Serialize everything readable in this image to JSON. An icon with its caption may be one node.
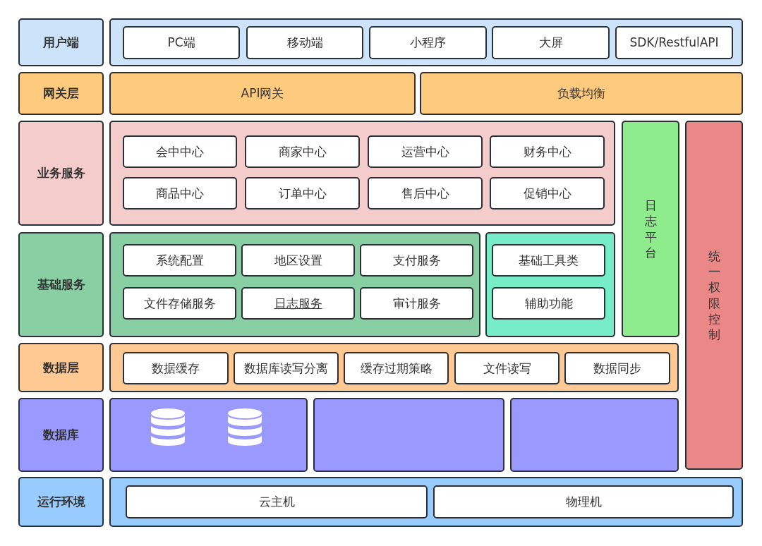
{
  "diagram": {
    "nodes": [
      {
        "text": [
          "用户端"
        ]
      },
      {
        "text": [],
        "shape": "box"
      },
      {
        "text": [
          "PC端"
        ],
        "in": 1
      },
      {
        "text": [
          "移动端"
        ],
        "in": 1
      },
      {
        "text": [
          "小程序"
        ],
        "in": 1
      },
      {
        "text": [
          "大屏"
        ],
        "in": 1
      },
      {
        "text": [
          "SDK/RestfulAPI"
        ],
        "in": 1
      },
      {
        "text": [
          "网关层"
        ]
      },
      {
        "text": [
          "API网关"
        ]
      },
      {
        "text": [
          "负载均衡"
        ]
      },
      {
        "text": [
          "业务服务"
        ]
      },
      {
        "text": [],
        "shape": "box"
      },
      {
        "text": [
          "会中中心"
        ],
        "in": 11
      },
      {
        "text": [
          "商家中心"
        ],
        "in": 11
      },
      {
        "text": [
          "运营中心"
        ],
        "in": 11
      },
      {
        "text": [
          "财务中心"
        ],
        "in": 11
      },
      {
        "text": [
          "商品中心"
        ],
        "in": 11
      },
      {
        "text": [
          "订单中心"
        ],
        "in": 11
      },
      {
        "text": [
          "售后中心"
        ],
        "in": 11
      },
      {
        "text": [
          "促销中心"
        ],
        "in": 11
      },
      {
        "text": [
          "日志平台"
        ]
      },
      {
        "text": [
          "统一权限控制"
        ]
      },
      {
        "text": [
          "基础服务"
        ]
      },
      {
        "text": [],
        "shape": "box"
      },
      {
        "text": [
          "系统配置"
        ],
        "in": 23
      },
      {
        "text": [
          "地区设置"
        ],
        "in": 23
      },
      {
        "text": [
          "支付服务"
        ],
        "in": 23
      },
      {
        "text": [
          "文件存储服务"
        ],
        "in": 23
      },
      {
        "text": [
          "日志服务"
        ],
        "in": 23
      },
      {
        "text": [
          "审计服务"
        ],
        "in": 23
      },
      {
        "text": [],
        "shape": "box"
      },
      {
        "text": [
          "基础工具类"
        ],
        "in": 30
      },
      {
        "text": [
          "辅助功能"
        ],
        "in": 30
      },
      {
        "text": [
          "数据层"
        ]
      },
      {
        "text": [],
        "shape": "box"
      },
      {
        "text": [
          "数据缓存"
        ],
        "in": 34
      },
      {
        "text": [
          "数据库读写分离"
        ],
        "in": 34
      },
      {
        "text": [
          "缓存过期策略"
        ],
        "in": 34
      },
      {
        "text": [
          "文件读写"
        ],
        "in": 34
      },
      {
        "text": [
          "数据同步"
        ],
        "in": 34
      },
      {
        "text": [
          "数据库"
        ]
      },
      {
        "text": [],
        "shape": "box"
      },
      {
        "text": [],
        "shape": "box"
      },
      {
        "text": [],
        "shape": "box"
      },
      {
        "text": [
          "运行环境"
        ]
      },
      {
        "text": [],
        "shape": "box"
      },
      {
        "text": [
          "云主机"
        ],
        "in": 45
      },
      {
        "text": [
          "物理机"
        ],
        "in": 45
      }
    ]
  }
}
